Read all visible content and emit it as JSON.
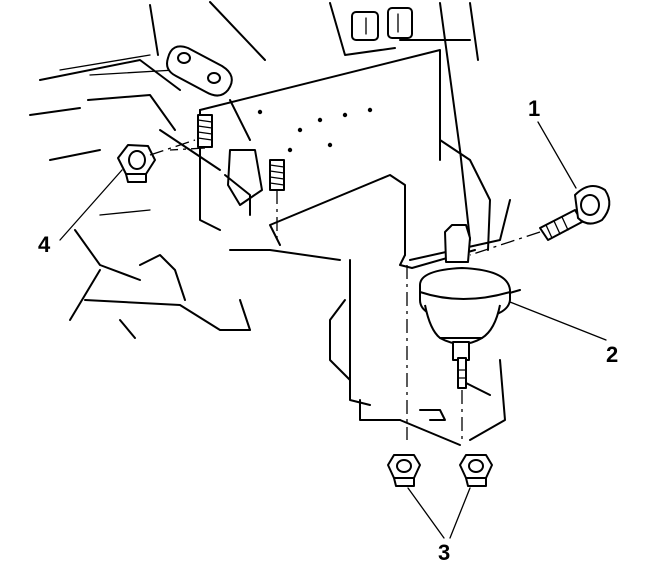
{
  "callouts": [
    {
      "id": "1",
      "label": "1",
      "part": "bolt"
    },
    {
      "id": "2",
      "label": "2",
      "part": "vacuum-actuator"
    },
    {
      "id": "3",
      "label": "3",
      "part": "mounting-nuts"
    },
    {
      "id": "4",
      "label": "4",
      "part": "nut"
    }
  ],
  "colors": {
    "ink": "#000000",
    "paper": "#ffffff"
  }
}
